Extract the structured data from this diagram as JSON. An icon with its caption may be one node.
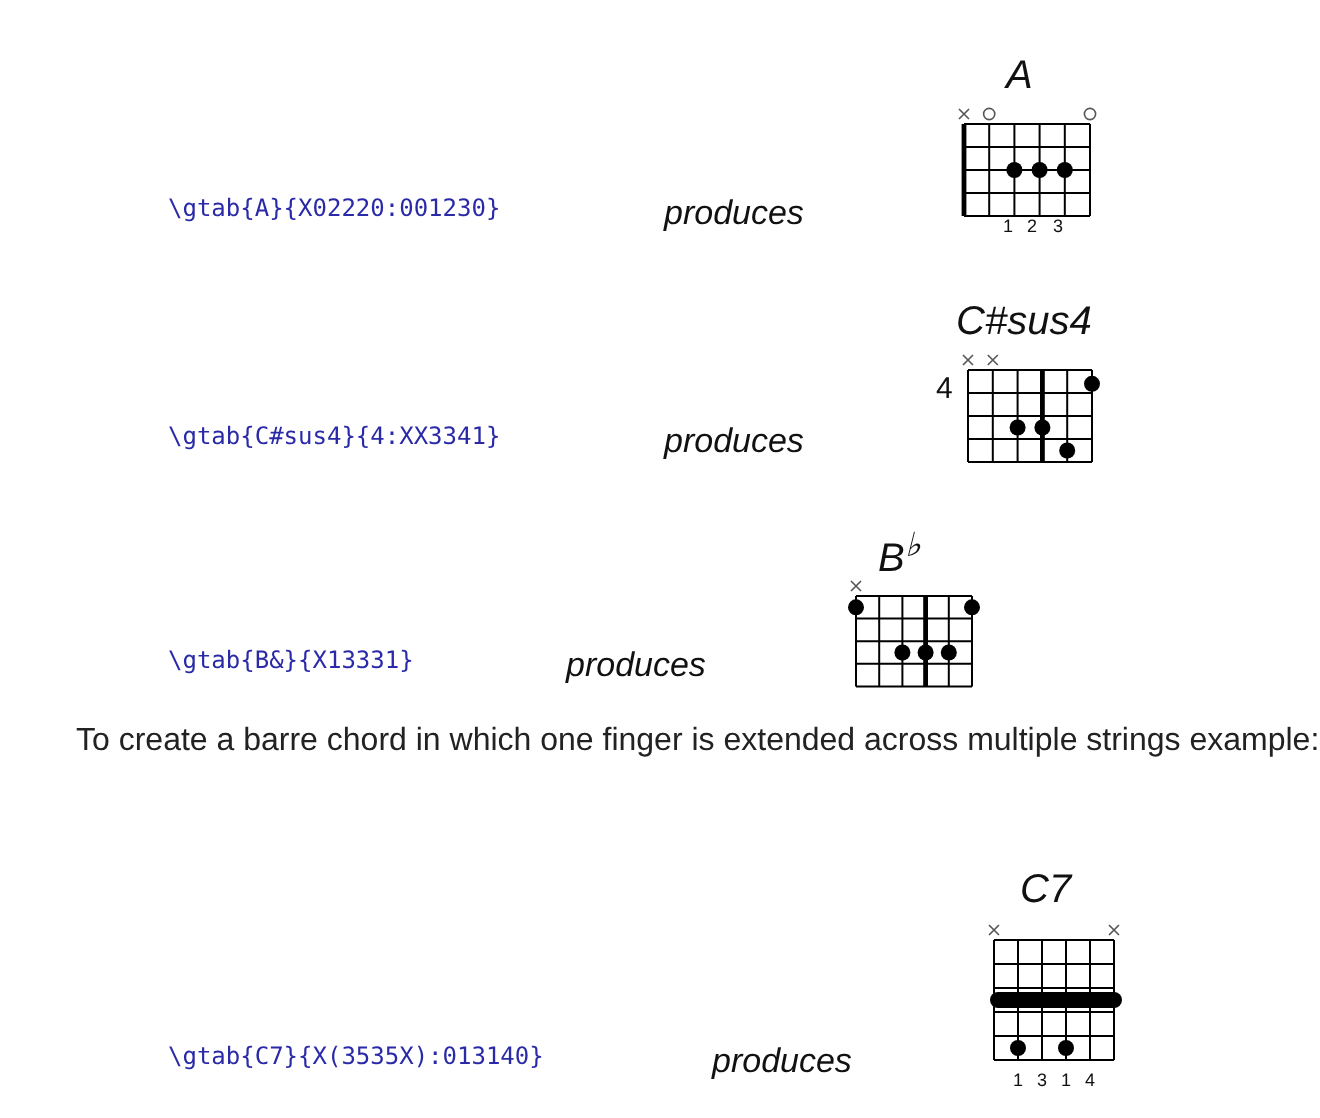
{
  "diagram": {
    "labels": [
      "A",
      "\\gtab{A}{X02220:001230}",
      "produces",
      "1",
      "2",
      "3",
      "C#sus4",
      "4",
      "\\gtab{C#sus4}{4:XX3341}",
      "produces",
      "B$^{♭}$",
      "\\gtab{B&}{X13331}",
      "produces",
      "To create a barre chord in which one finger is extended across multiple strings example:",
      "C7",
      "\\gtab{C7}{X(3535X):013140}",
      "produces",
      "1",
      "3",
      "1",
      "4"
    ]
  }
}
